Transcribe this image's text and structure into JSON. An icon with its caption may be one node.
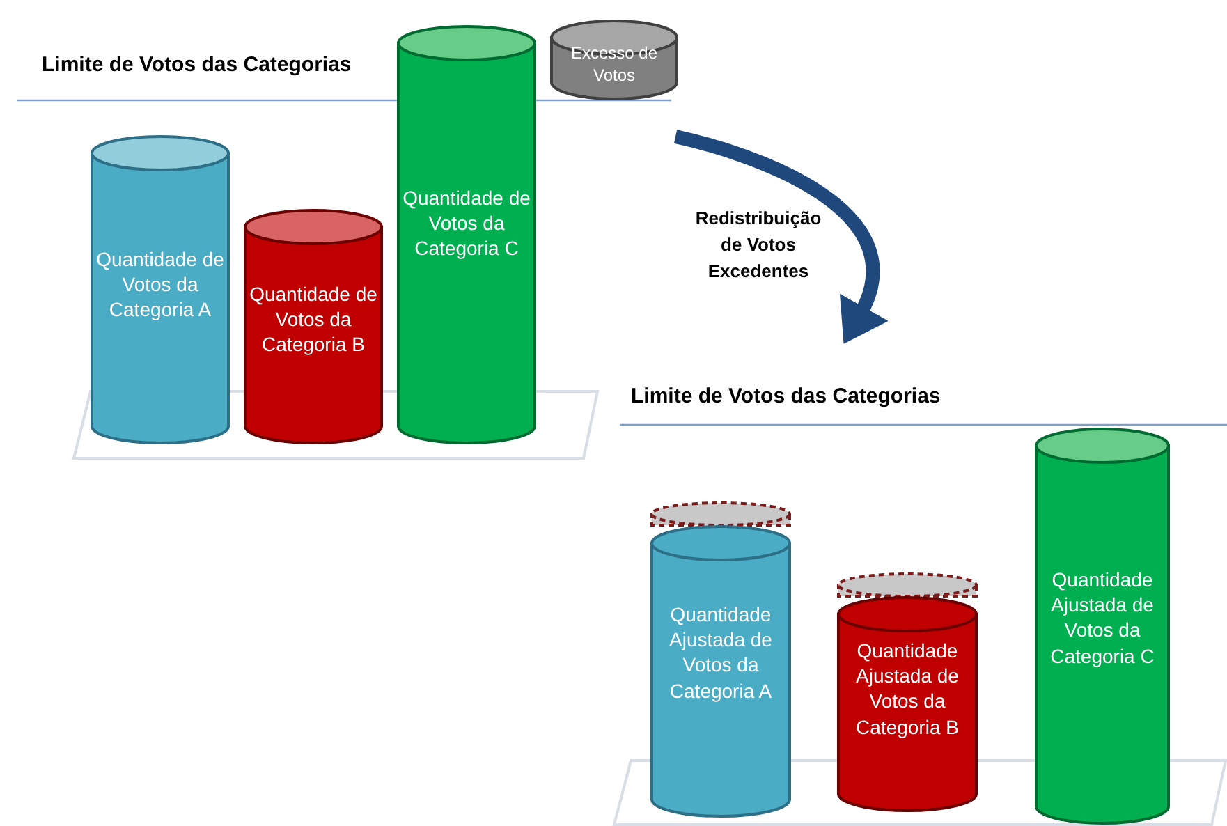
{
  "diagram": {
    "nodes": [
      {
        "text": [
          "Quantidade de Votos da Categoria A"
        ]
      },
      {
        "text": [
          "Quantidade de Votos da Categoria B"
        ]
      },
      {
        "text": [
          "Quantidade de Votos da Categoria C"
        ]
      },
      {
        "text": [
          "Excesso de Votos"
        ]
      },
      {
        "text": [],
        "shape": "parallelogram"
      },
      {
        "text": [],
        "shape": "cylinder"
      },
      {
        "text": [
          "Quantidade Ajustada de Votos da Categoria A"
        ]
      },
      {
        "text": [],
        "shape": "cylinder"
      },
      {
        "text": [
          "Quantidade Ajustada de Votos da Categoria B"
        ]
      },
      {
        "text": [
          "Quantidade Ajustada de Votos da Categoria C"
        ]
      },
      {
        "text": [],
        "shape": "parallelogram"
      }
    ],
    "labels": [
      "Limite de Votos das Categorias",
      "Redistribuição de Votos Excedentes",
      "Limite de Votos das Categorias"
    ]
  }
}
